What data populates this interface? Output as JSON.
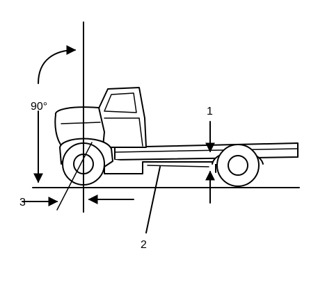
{
  "diagram": {
    "callouts": {
      "one": "1",
      "two": "2",
      "three": "3"
    },
    "angle_label": "90°"
  }
}
